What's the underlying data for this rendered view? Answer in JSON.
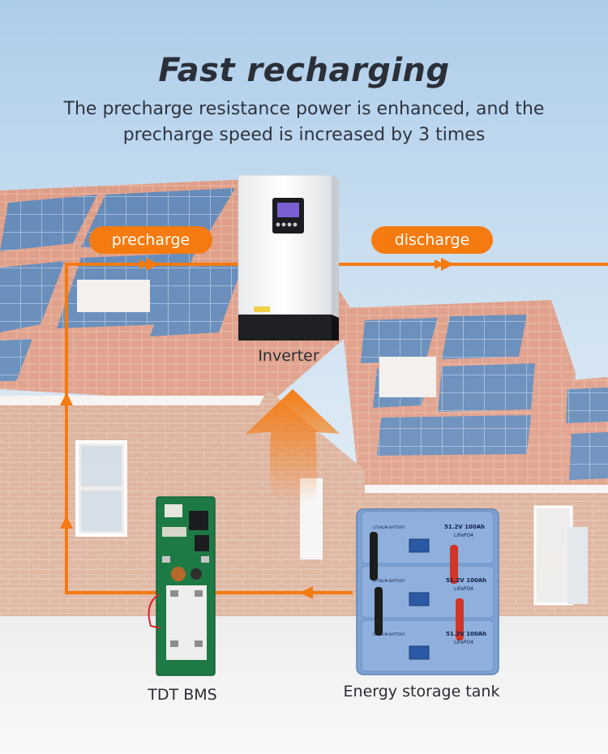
{
  "title": "Fast recharging",
  "subtitle": "The precharge resistance power is enhanced, and the precharge speed is increased by 3 times",
  "labels": {
    "precharge": "precharge",
    "discharge": "discharge"
  },
  "components": {
    "inverter": "Inverter",
    "bms": "TDT BMS",
    "storage": "Energy storage tank"
  },
  "battery_modules": [
    {
      "label": "51.2V 100Ah",
      "chem": "LiFePO4",
      "brand": "LITHIUM BATTERY"
    },
    {
      "label": "51.2V 100Ah",
      "chem": "LiFePO4",
      "brand": "LITHIUM BATTERY"
    },
    {
      "label": "51.2V 100Ah",
      "chem": "LiFePO4",
      "brand": "LITHIUM BATTERY"
    }
  ],
  "colors": {
    "flow": "#f57a10",
    "sky": "#a9cbe8",
    "brick": "#c98a6c",
    "battery": "#7fa5d6"
  }
}
